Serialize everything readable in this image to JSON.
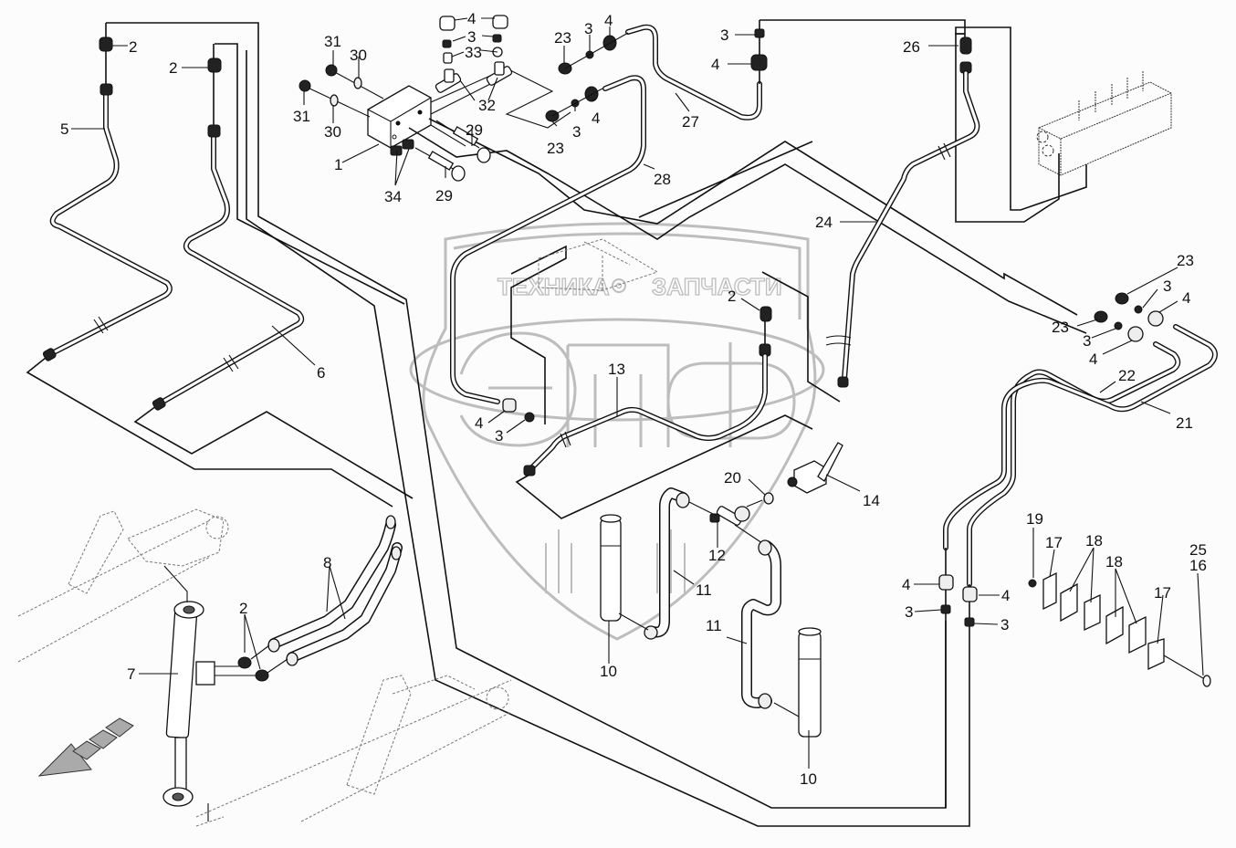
{
  "diagram": {
    "type": "exploded parts diagram",
    "subject": "hydraulic lines assembly",
    "watermark": {
      "left_word": "ТЕХНИКА",
      "right_word": "ЗАПЧАСТИ",
      "letters": [
        "э",
        "п",
        "ф"
      ],
      "gear_icon": "gear-icon"
    },
    "direction_arrow": "travel-direction-arrow"
  },
  "callouts": [
    {
      "id": "c2a",
      "label": "2",
      "part": "fitting"
    },
    {
      "id": "c2b",
      "label": "2",
      "part": "fitting"
    },
    {
      "id": "c5",
      "label": "5",
      "part": "pipe"
    },
    {
      "id": "c6",
      "label": "6",
      "part": "pipe"
    },
    {
      "id": "c31a",
      "label": "31",
      "part": "nut"
    },
    {
      "id": "c30a",
      "label": "30",
      "part": "washer"
    },
    {
      "id": "c31b",
      "label": "31",
      "part": "nut"
    },
    {
      "id": "c30b",
      "label": "30",
      "part": "washer"
    },
    {
      "id": "c1",
      "label": "1",
      "part": "valve block"
    },
    {
      "id": "c34",
      "label": "34",
      "part": "plug"
    },
    {
      "id": "c29a",
      "label": "29",
      "part": "bolt"
    },
    {
      "id": "c29b",
      "label": "29",
      "part": "bolt"
    },
    {
      "id": "c4a",
      "label": "4",
      "part": "nut"
    },
    {
      "id": "c3a",
      "label": "3",
      "part": "sleeve"
    },
    {
      "id": "c33",
      "label": "33",
      "part": "plug"
    },
    {
      "id": "c32",
      "label": "32",
      "part": "tee fitting"
    },
    {
      "id": "c23a",
      "label": "23",
      "part": "adapter"
    },
    {
      "id": "c3b",
      "label": "3",
      "part": "sleeve"
    },
    {
      "id": "c4b",
      "label": "4",
      "part": "nut"
    },
    {
      "id": "c23b",
      "label": "23",
      "part": "adapter"
    },
    {
      "id": "c3c",
      "label": "3",
      "part": "sleeve"
    },
    {
      "id": "c4c",
      "label": "4",
      "part": "nut"
    },
    {
      "id": "c28",
      "label": "28",
      "part": "pipe"
    },
    {
      "id": "c27",
      "label": "27",
      "part": "pipe"
    },
    {
      "id": "c3d",
      "label": "3",
      "part": "sleeve"
    },
    {
      "id": "c4d",
      "label": "4",
      "part": "nut"
    },
    {
      "id": "c26",
      "label": "26",
      "part": "adapter"
    },
    {
      "id": "c24",
      "label": "24",
      "part": "pipe"
    },
    {
      "id": "c23c",
      "label": "23",
      "part": "adapter"
    },
    {
      "id": "c3e",
      "label": "3",
      "part": "sleeve"
    },
    {
      "id": "c4e",
      "label": "4",
      "part": "nut"
    },
    {
      "id": "c23d",
      "label": "23",
      "part": "adapter"
    },
    {
      "id": "c3f",
      "label": "3",
      "part": "sleeve"
    },
    {
      "id": "c4f",
      "label": "4",
      "part": "nut"
    },
    {
      "id": "c22",
      "label": "22",
      "part": "pipe"
    },
    {
      "id": "c21",
      "label": "21",
      "part": "pipe"
    },
    {
      "id": "c2c",
      "label": "2",
      "part": "fitting"
    },
    {
      "id": "c13",
      "label": "13",
      "part": "pipe"
    },
    {
      "id": "c4g",
      "label": "4",
      "part": "nut"
    },
    {
      "id": "c3g",
      "label": "3",
      "part": "sleeve"
    },
    {
      "id": "c20",
      "label": "20",
      "part": "washer"
    },
    {
      "id": "c14",
      "label": "14",
      "part": "valve"
    },
    {
      "id": "c12",
      "label": "12",
      "part": "tee fitting"
    },
    {
      "id": "c11a",
      "label": "11",
      "part": "hose"
    },
    {
      "id": "c11b",
      "label": "11",
      "part": "hose"
    },
    {
      "id": "c10a",
      "label": "10",
      "part": "cylinder"
    },
    {
      "id": "c10b",
      "label": "10",
      "part": "cylinder"
    },
    {
      "id": "c8",
      "label": "8",
      "part": "hose"
    },
    {
      "id": "c2d",
      "label": "2",
      "part": "fitting"
    },
    {
      "id": "c7",
      "label": "7",
      "part": "cylinder"
    },
    {
      "id": "c19",
      "label": "19",
      "part": "nut"
    },
    {
      "id": "c17a",
      "label": "17",
      "part": "plate"
    },
    {
      "id": "c18a",
      "label": "18",
      "part": "clamp half"
    },
    {
      "id": "c18b",
      "label": "18",
      "part": "clamp half"
    },
    {
      "id": "c17b",
      "label": "17",
      "part": "plate"
    },
    {
      "id": "c25",
      "label": "25",
      "part": "bolt"
    },
    {
      "id": "c16",
      "label": "16",
      "part": "washer"
    },
    {
      "id": "c4h",
      "label": "4",
      "part": "nut"
    },
    {
      "id": "c3h",
      "label": "3",
      "part": "sleeve"
    },
    {
      "id": "c4i",
      "label": "4",
      "part": "nut"
    },
    {
      "id": "c3i",
      "label": "3",
      "part": "sleeve"
    }
  ]
}
